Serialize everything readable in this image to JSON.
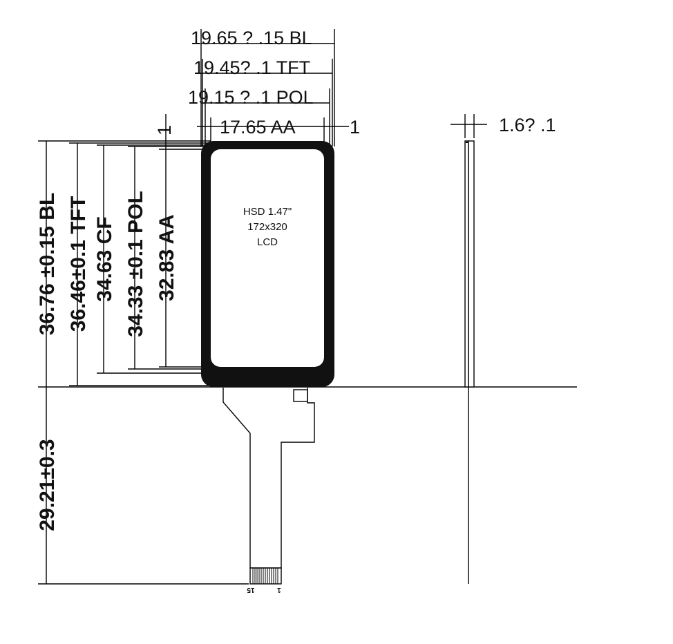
{
  "top_dims": {
    "bl": "19.65 ?  .15 BL",
    "tft": "19.45?  .1 TFT",
    "pol": "19.15 ?  .1 POL",
    "aa": "17.65 AA",
    "aa_offset_left": "1",
    "aa_offset_right": "1"
  },
  "thickness": "1.6?  .1",
  "side_dims": {
    "bl": "36.76 ±0.15 BL",
    "tft": "36.46±0.1 TFT",
    "cf": "34.63 CF",
    "pol": "34.33 ±0.1 POL",
    "aa": "32.83 AA",
    "fpc": "29.21±0.3"
  },
  "panel_label": {
    "line1": "HSD 1.47\"",
    "line2": "172x320",
    "line3": "LCD"
  },
  "fpc_pins": {
    "first": "15",
    "last": "1"
  }
}
